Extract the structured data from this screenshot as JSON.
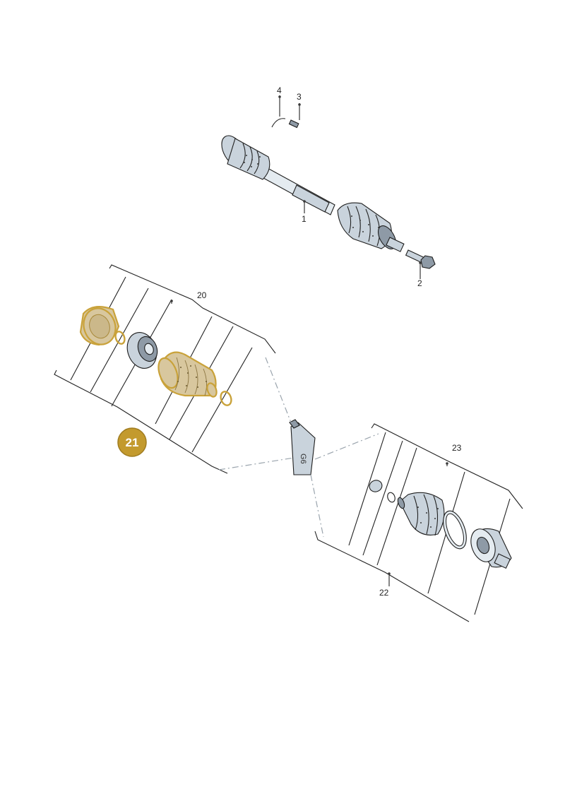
{
  "callouts": {
    "c1": "1",
    "c2": "2",
    "c3": "3",
    "c4": "4",
    "c20": "20",
    "c22": "22",
    "c23": "23"
  },
  "highlight": {
    "label": "21",
    "color": "#c39a2e"
  },
  "grease_tube": {
    "label": "G6"
  },
  "colors": {
    "highlight_fill": "#d8c79e",
    "highlight_outline": "#c9a23a",
    "metal": "#c9d3dc",
    "leader_line": "#222222",
    "dash_line": "#9aa4ad"
  }
}
